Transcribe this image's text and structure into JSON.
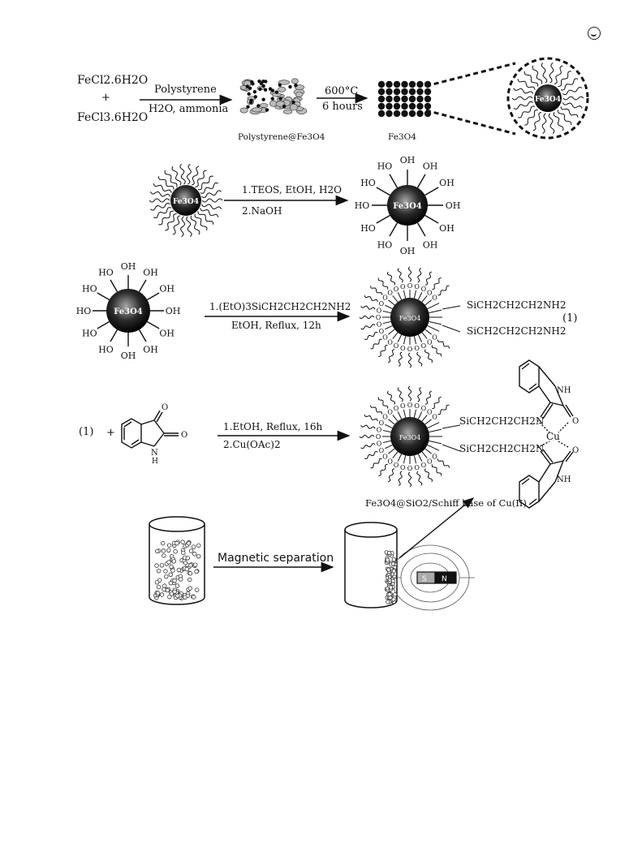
{
  "step1": {
    "reactant_a": "FeCl2.6H2O",
    "plus": "+",
    "reactant_b": "FeCl3.6H2O",
    "reagent_top": "Polystyrene",
    "reagent_bottom": "H2O, ammonia",
    "intermediate_label": "Polystyrene@Fe3O4",
    "cond_temp": "600°C",
    "cond_time": "6 hours",
    "product_label": "Fe3O4",
    "core_label": "Fe3O4"
  },
  "step2": {
    "reagent_1": "1.TEOS, EtOH, H2O",
    "reagent_2": "2.NaOH",
    "core_label": "Fe3O4",
    "oh": "OH",
    "ho": "HO"
  },
  "step3": {
    "reagent_1": "1.(EtO)3SiCH2CH2CH2NH2",
    "reagent_2": "EtOH, Reflux, 12h",
    "core_label": "Fe3O4",
    "chain_1": "SiCH2CH2CH2NH2",
    "chain_2": "SiCH2CH2CH2NH2",
    "compound_number": "(1)"
  },
  "step4": {
    "ref": "(1)",
    "plus": "+",
    "reagent_1": "1.EtOH, Reflux, 16h",
    "reagent_2": "2.Cu(OAc)2",
    "chain_1": "SiCH2CH2CH2N",
    "chain_2": "SiCH2CH2CH2N",
    "metal": "Cu",
    "nh": "NH",
    "o": "O",
    "h": "H",
    "n": "N",
    "product_label": "Fe3O4@SiO2/Schiff base of Cu(II)"
  },
  "separation": {
    "label": "Magnetic separation",
    "pole_s": "S",
    "pole_n": "N"
  }
}
